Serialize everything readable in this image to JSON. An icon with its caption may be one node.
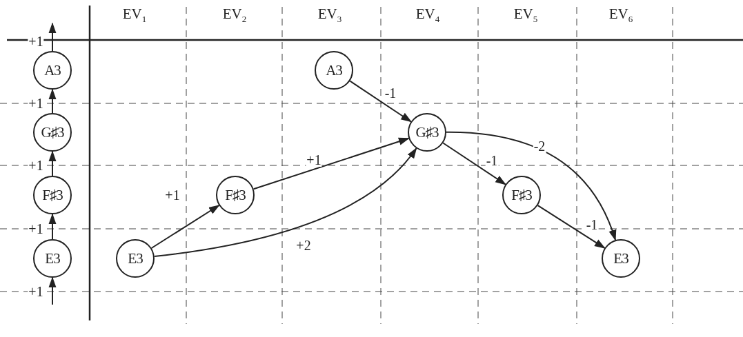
{
  "diagram": {
    "nodes": [
      {
        "text": [
          "A3"
        ]
      },
      {
        "text": [
          "G♯3"
        ]
      },
      {
        "text": [
          "F♯3"
        ]
      },
      {
        "text": [
          "E3"
        ]
      },
      {
        "text": [
          "E3"
        ]
      },
      {
        "text": [
          "F♯3"
        ]
      },
      {
        "text": [
          "A3"
        ]
      },
      {
        "text": [
          "G♯3"
        ]
      },
      {
        "text": [
          "F♯3"
        ]
      },
      {
        "text": [
          "E3"
        ]
      }
    ],
    "edges": [
      {
        "from": null,
        "to": 3,
        "arrow": "to",
        "label": "+1"
      },
      {
        "from": 3,
        "to": 2,
        "arrow": "to",
        "label": "+1"
      },
      {
        "from": 2,
        "to": 1,
        "arrow": "to",
        "label": "+1"
      },
      {
        "from": 1,
        "to": 0,
        "arrow": "to",
        "label": "+1"
      },
      {
        "from": 0,
        "to": null,
        "arrow": "to",
        "label": "+1"
      },
      {
        "from": 4,
        "to": 5,
        "arrow": "to",
        "label": "+1"
      },
      {
        "from": 4,
        "to": 7,
        "arrow": "to",
        "label": "+2"
      },
      {
        "from": 5,
        "to": 7,
        "arrow": "to",
        "label": "+1"
      },
      {
        "from": 6,
        "to": 7,
        "arrow": "to",
        "label": "-1"
      },
      {
        "from": 7,
        "to": 8,
        "arrow": "to",
        "label": "-1"
      },
      {
        "from": 7,
        "to": 9,
        "arrow": "to",
        "label": "-2"
      },
      {
        "from": 8,
        "to": 9,
        "arrow": "to",
        "label": "-1"
      }
    ],
    "labels": [
      "EV$_{1}$",
      "EV$_{2}$",
      "EV$_{3}$",
      "EV$_{4}$",
      "EV$_{5}$",
      "EV$_{6}$"
    ]
  }
}
